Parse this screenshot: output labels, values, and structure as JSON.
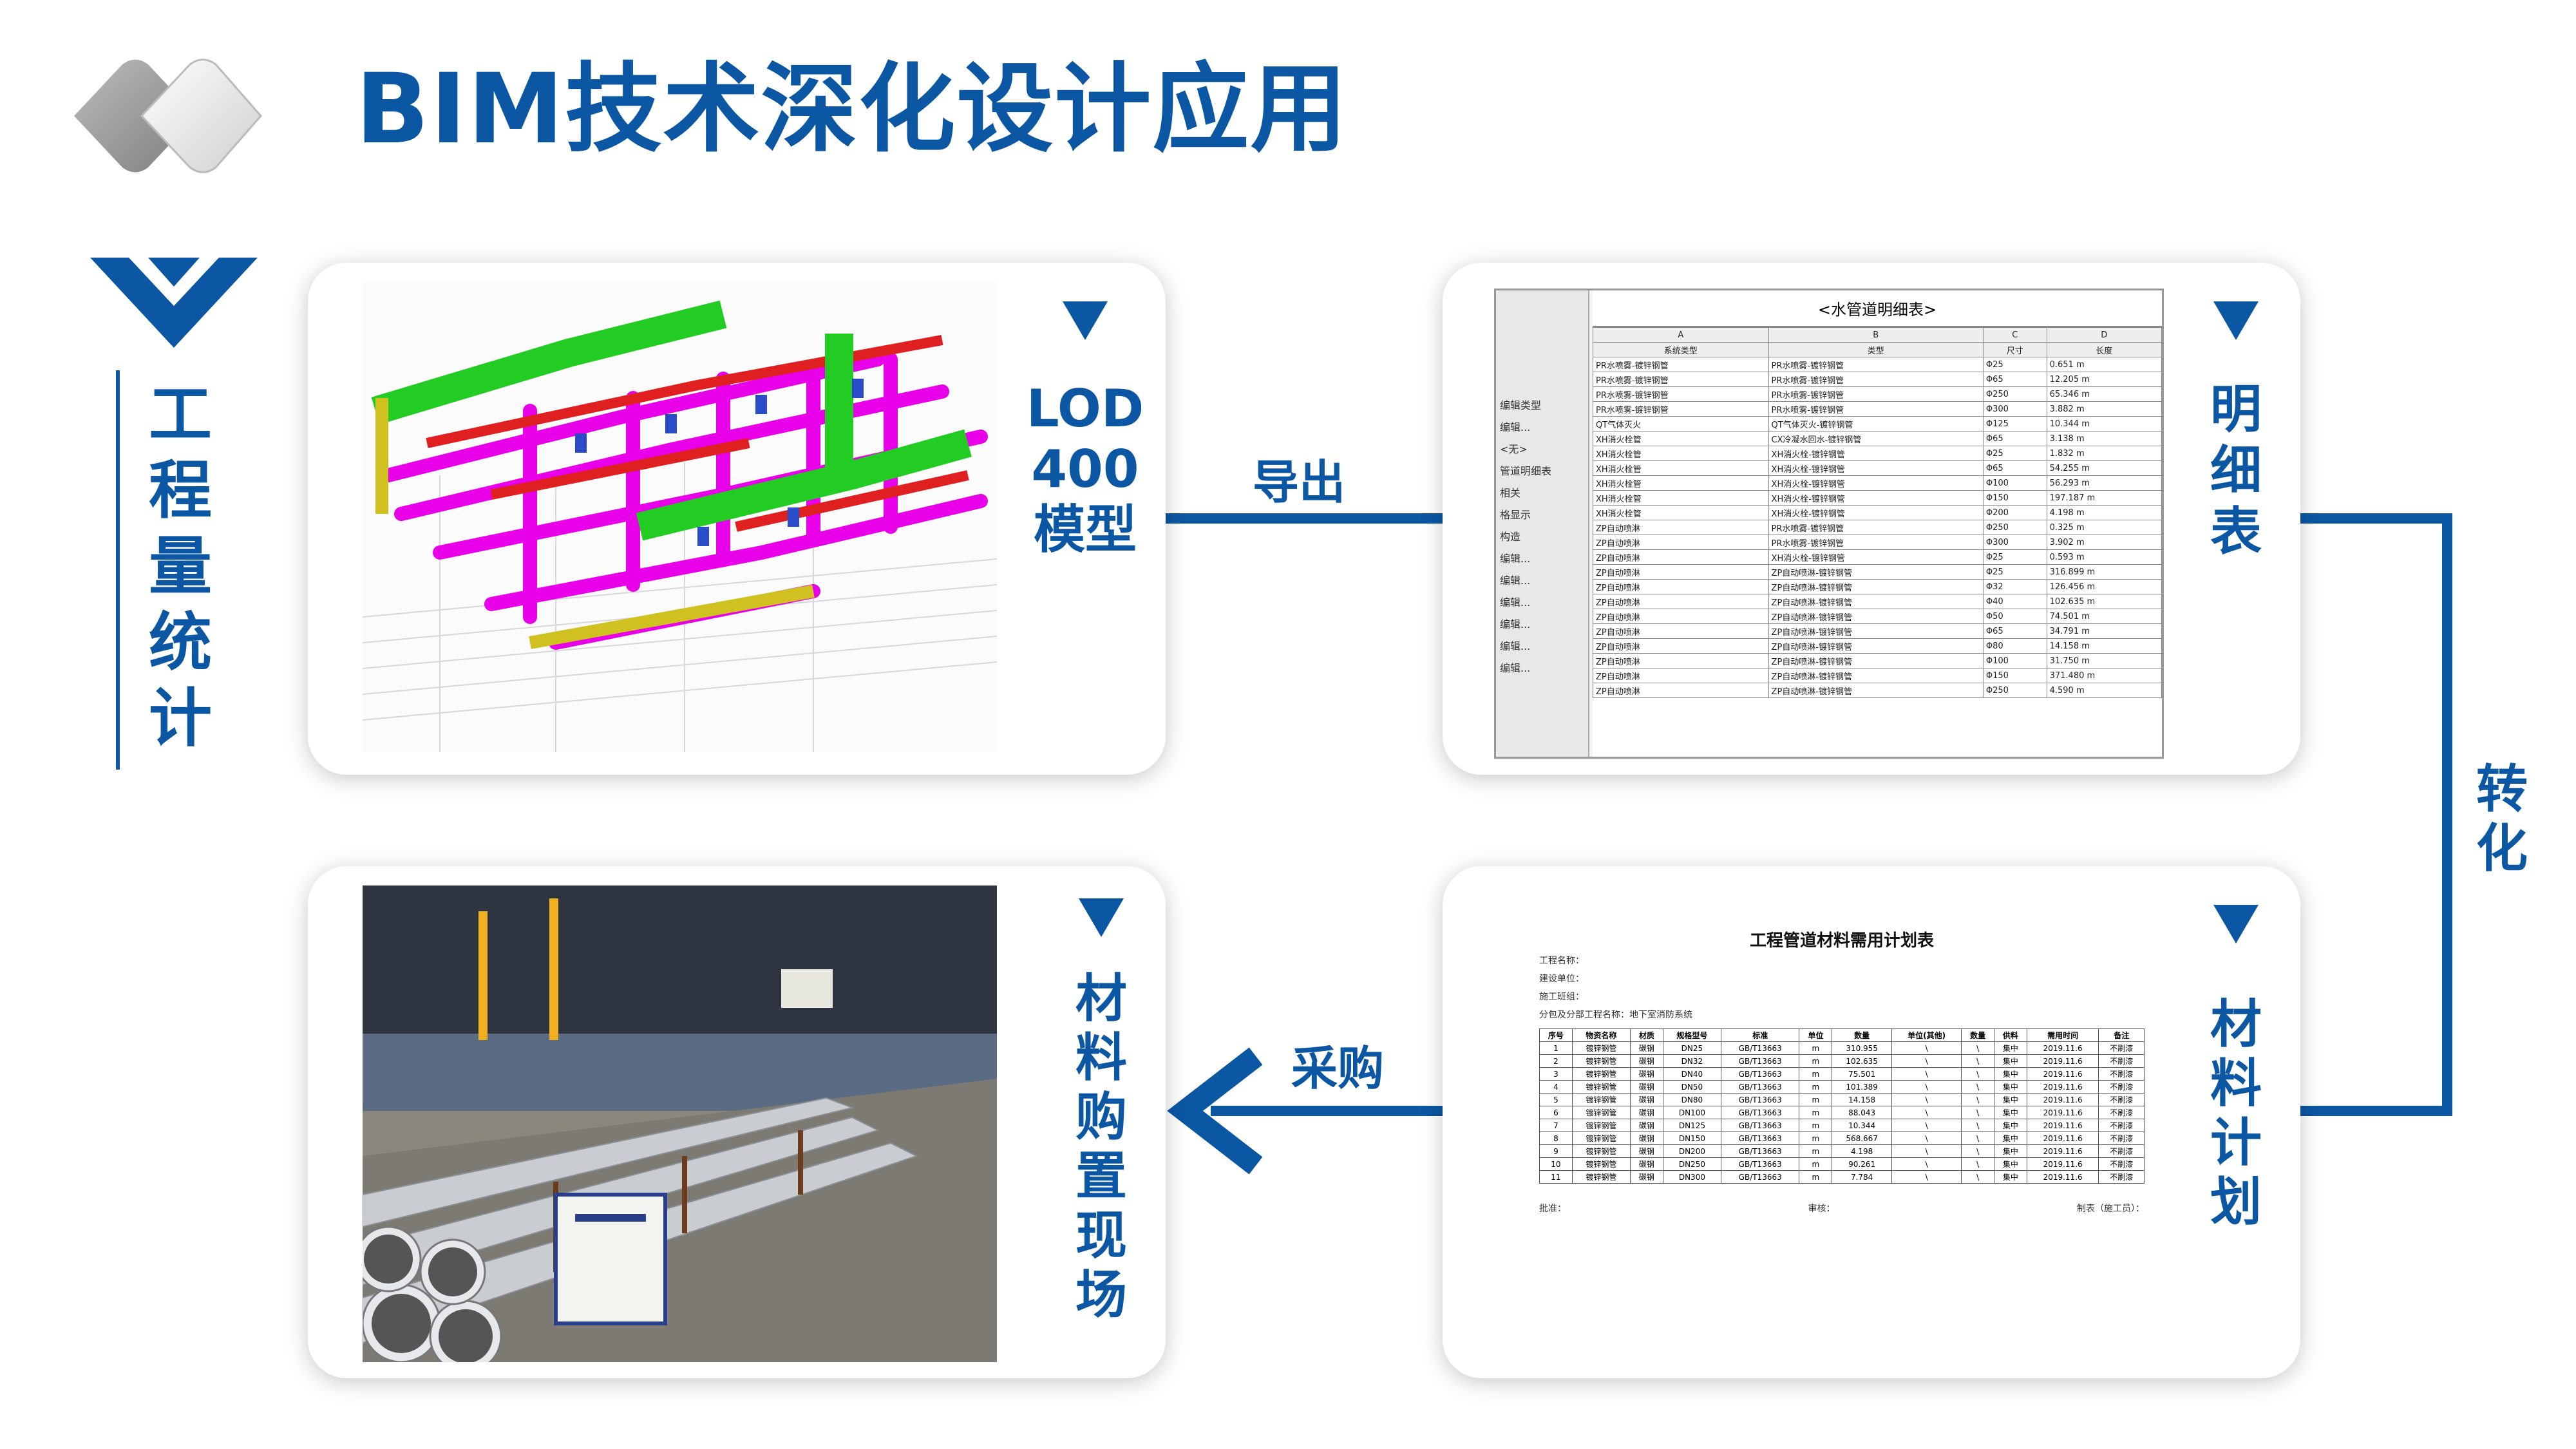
{
  "title": "BIM技术深化设计应用",
  "side_label": "工程量统计",
  "cards": {
    "model": {
      "label": "LOD 400 模型"
    },
    "schedule": {
      "label": "明细表"
    },
    "procurement": {
      "label": "材料购置现场"
    },
    "plan": {
      "label": "材料计划"
    }
  },
  "connectors": {
    "export": "导出",
    "convert": "转化",
    "purchase": "采购"
  },
  "colors": {
    "accent": "#0b57a4",
    "magenta": "#e800e8",
    "green": "#22cc22",
    "red": "#e02020"
  },
  "schedule_table": {
    "title": "<水管道明细表>",
    "sidebar": [
      "编辑类型",
      "编辑...",
      "<无>",
      "管道明细表",
      "相关",
      "格显示",
      "构造",
      "编辑...",
      "编辑...",
      "编辑...",
      "编辑...",
      "编辑...",
      "编辑..."
    ],
    "col_letters": [
      "A",
      "B",
      "C",
      "D"
    ],
    "headers": [
      "系统类型",
      "类型",
      "尺寸",
      "长度"
    ],
    "rows": [
      [
        "PR水喷雾-镀锌钢管",
        "PR水喷雾-镀锌钢管",
        "Φ25",
        "0.651 m"
      ],
      [
        "PR水喷雾-镀锌钢管",
        "PR水喷雾-镀锌钢管",
        "Φ65",
        "12.205 m"
      ],
      [
        "PR水喷雾-镀锌钢管",
        "PR水喷雾-镀锌钢管",
        "Φ250",
        "65.346 m"
      ],
      [
        "PR水喷雾-镀锌钢管",
        "PR水喷雾-镀锌钢管",
        "Φ300",
        "3.882 m"
      ],
      [
        "QT气体灭火",
        "QT气体灭火-镀锌钢管",
        "Φ125",
        "10.344 m"
      ],
      [
        "XH消火栓管",
        "CX冷凝水回水-镀锌钢管",
        "Φ65",
        "3.138 m"
      ],
      [
        "XH消火栓管",
        "XH消火栓-镀锌钢管",
        "Φ25",
        "1.832 m"
      ],
      [
        "XH消火栓管",
        "XH消火栓-镀锌钢管",
        "Φ65",
        "54.255 m"
      ],
      [
        "XH消火栓管",
        "XH消火栓-镀锌钢管",
        "Φ100",
        "56.293 m"
      ],
      [
        "XH消火栓管",
        "XH消火栓-镀锌钢管",
        "Φ150",
        "197.187 m"
      ],
      [
        "XH消火栓管",
        "XH消火栓-镀锌钢管",
        "Φ200",
        "4.198 m"
      ],
      [
        "ZP自动喷淋",
        "PR水喷雾-镀锌钢管",
        "Φ250",
        "0.325 m"
      ],
      [
        "ZP自动喷淋",
        "PR水喷雾-镀锌钢管",
        "Φ300",
        "3.902 m"
      ],
      [
        "ZP自动喷淋",
        "XH消火栓-镀锌钢管",
        "Φ25",
        "0.593 m"
      ],
      [
        "ZP自动喷淋",
        "ZP自动喷淋-镀锌钢管",
        "Φ25",
        "316.899 m"
      ],
      [
        "ZP自动喷淋",
        "ZP自动喷淋-镀锌钢管",
        "Φ32",
        "126.456 m"
      ],
      [
        "ZP自动喷淋",
        "ZP自动喷淋-镀锌钢管",
        "Φ40",
        "102.635 m"
      ],
      [
        "ZP自动喷淋",
        "ZP自动喷淋-镀锌钢管",
        "Φ50",
        "74.501 m"
      ],
      [
        "ZP自动喷淋",
        "ZP自动喷淋-镀锌钢管",
        "Φ65",
        "34.791 m"
      ],
      [
        "ZP自动喷淋",
        "ZP自动喷淋-镀锌钢管",
        "Φ80",
        "14.158 m"
      ],
      [
        "ZP自动喷淋",
        "ZP自动喷淋-镀锌钢管",
        "Φ100",
        "31.750 m"
      ],
      [
        "ZP自动喷淋",
        "ZP自动喷淋-镀锌钢管",
        "Φ150",
        "371.480 m"
      ],
      [
        "ZP自动喷淋",
        "ZP自动喷淋-镀锌钢管",
        "Φ250",
        "4.590 m"
      ]
    ]
  },
  "plan_table": {
    "title": "工程管道材料需用计划表",
    "meta": [
      "工程名称：",
      "建设单位：",
      "施工班组：",
      "分包及分部工程名称：地下室消防系统"
    ],
    "headers": [
      "序号",
      "物资名称",
      "材质",
      "规格型号",
      "标准",
      "单位",
      "数量",
      "单位(其他)",
      "数量",
      "供料",
      "需用时间",
      "备注"
    ],
    "rows": [
      [
        "1",
        "镀锌钢管",
        "碳钢",
        "DN25",
        "GB/T13663",
        "m",
        "310.955",
        "\\",
        "\\",
        "集中",
        "2019.11.6",
        "不刷漆"
      ],
      [
        "2",
        "镀锌钢管",
        "碳钢",
        "DN32",
        "GB/T13663",
        "m",
        "102.635",
        "\\",
        "\\",
        "集中",
        "2019.11.6",
        "不刷漆"
      ],
      [
        "3",
        "镀锌钢管",
        "碳钢",
        "DN40",
        "GB/T13663",
        "m",
        "75.501",
        "\\",
        "\\",
        "集中",
        "2019.11.6",
        "不刷漆"
      ],
      [
        "4",
        "镀锌钢管",
        "碳钢",
        "DN50",
        "GB/T13663",
        "m",
        "101.389",
        "\\",
        "\\",
        "集中",
        "2019.11.6",
        "不刷漆"
      ],
      [
        "5",
        "镀锌钢管",
        "碳钢",
        "DN80",
        "GB/T13663",
        "m",
        "14.158",
        "\\",
        "\\",
        "集中",
        "2019.11.6",
        "不刷漆"
      ],
      [
        "6",
        "镀锌钢管",
        "碳钢",
        "DN100",
        "GB/T13663",
        "m",
        "88.043",
        "\\",
        "\\",
        "集中",
        "2019.11.6",
        "不刷漆"
      ],
      [
        "7",
        "镀锌钢管",
        "碳钢",
        "DN125",
        "GB/T13663",
        "m",
        "10.344",
        "\\",
        "\\",
        "集中",
        "2019.11.6",
        "不刷漆"
      ],
      [
        "8",
        "镀锌钢管",
        "碳钢",
        "DN150",
        "GB/T13663",
        "m",
        "568.667",
        "\\",
        "\\",
        "集中",
        "2019.11.6",
        "不刷漆"
      ],
      [
        "9",
        "镀锌钢管",
        "碳钢",
        "DN200",
        "GB/T13663",
        "m",
        "4.198",
        "\\",
        "\\",
        "集中",
        "2019.11.6",
        "不刷漆"
      ],
      [
        "10",
        "镀锌钢管",
        "碳钢",
        "DN250",
        "GB/T13663",
        "m",
        "90.261",
        "\\",
        "\\",
        "集中",
        "2019.11.6",
        "不刷漆"
      ],
      [
        "11",
        "镀锌钢管",
        "碳钢",
        "DN300",
        "GB/T13663",
        "m",
        "7.784",
        "\\",
        "\\",
        "集中",
        "2019.11.6",
        "不刷漆"
      ]
    ],
    "footer": [
      "批准：",
      "审核：",
      "制表（施工员）："
    ]
  }
}
